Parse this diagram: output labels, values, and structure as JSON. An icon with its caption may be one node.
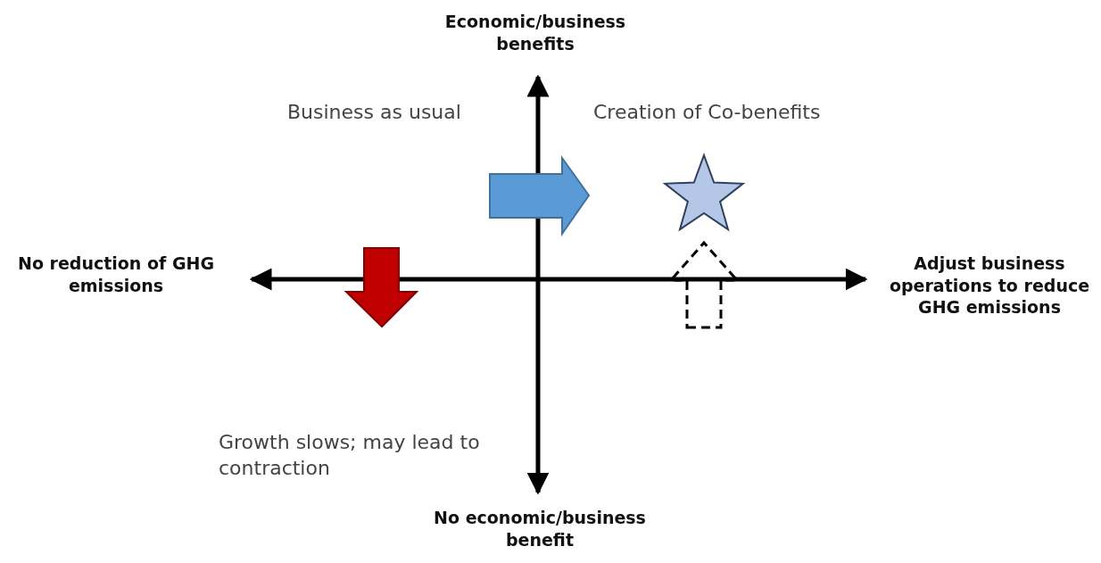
{
  "diagram": {
    "labels": [
      "Economic/business benefits",
      "Business as usual",
      "Creation of Co-benefits",
      "No reduction of GHG emissions",
      "Adjust business operations to reduce GHG emissions",
      "Growth slows; may lead to contraction",
      "No economic/business benefit"
    ]
  }
}
